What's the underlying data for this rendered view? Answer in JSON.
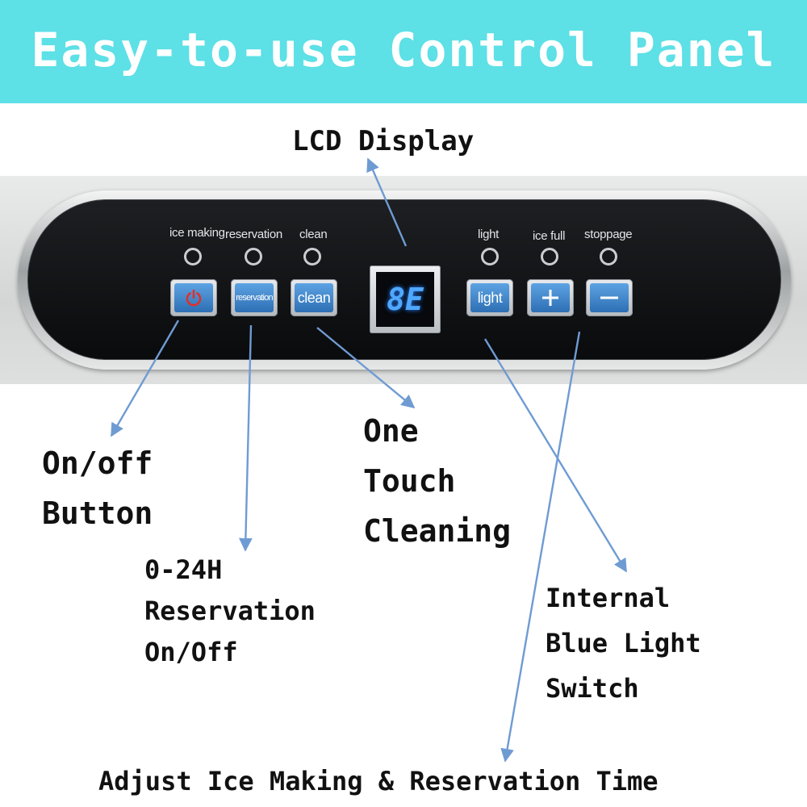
{
  "banner": {
    "title": "Easy-to-use Control Panel",
    "color": "#5de0e6"
  },
  "panel": {
    "indicators": [
      "ice making",
      "reservation",
      "clean",
      "light",
      "ice full",
      "stoppage"
    ],
    "buttons": {
      "power": {
        "icon": "power-icon"
      },
      "reservation": {
        "label": "reservation"
      },
      "clean": {
        "label": "clean"
      },
      "light": {
        "label": "light"
      },
      "plus": {
        "icon": "plus-icon"
      },
      "minus": {
        "icon": "minus-icon"
      }
    },
    "display": {
      "readout": "8E"
    }
  },
  "callouts": {
    "lcd": "LCD Display",
    "onoff": [
      "On/off",
      "Button"
    ],
    "reservation": [
      "0-24H",
      "Reservation",
      "On/Off"
    ],
    "cleaning": [
      "One",
      "Touch",
      "Cleaning"
    ],
    "light": [
      "Internal",
      "Blue Light",
      "Switch"
    ],
    "adjust": "Adjust Ice Making & Reservation Time"
  },
  "colors": {
    "arrow": "#6f9bd3",
    "key_blue": "#3f86cf",
    "lcd_digits": "#4fa8ff"
  }
}
